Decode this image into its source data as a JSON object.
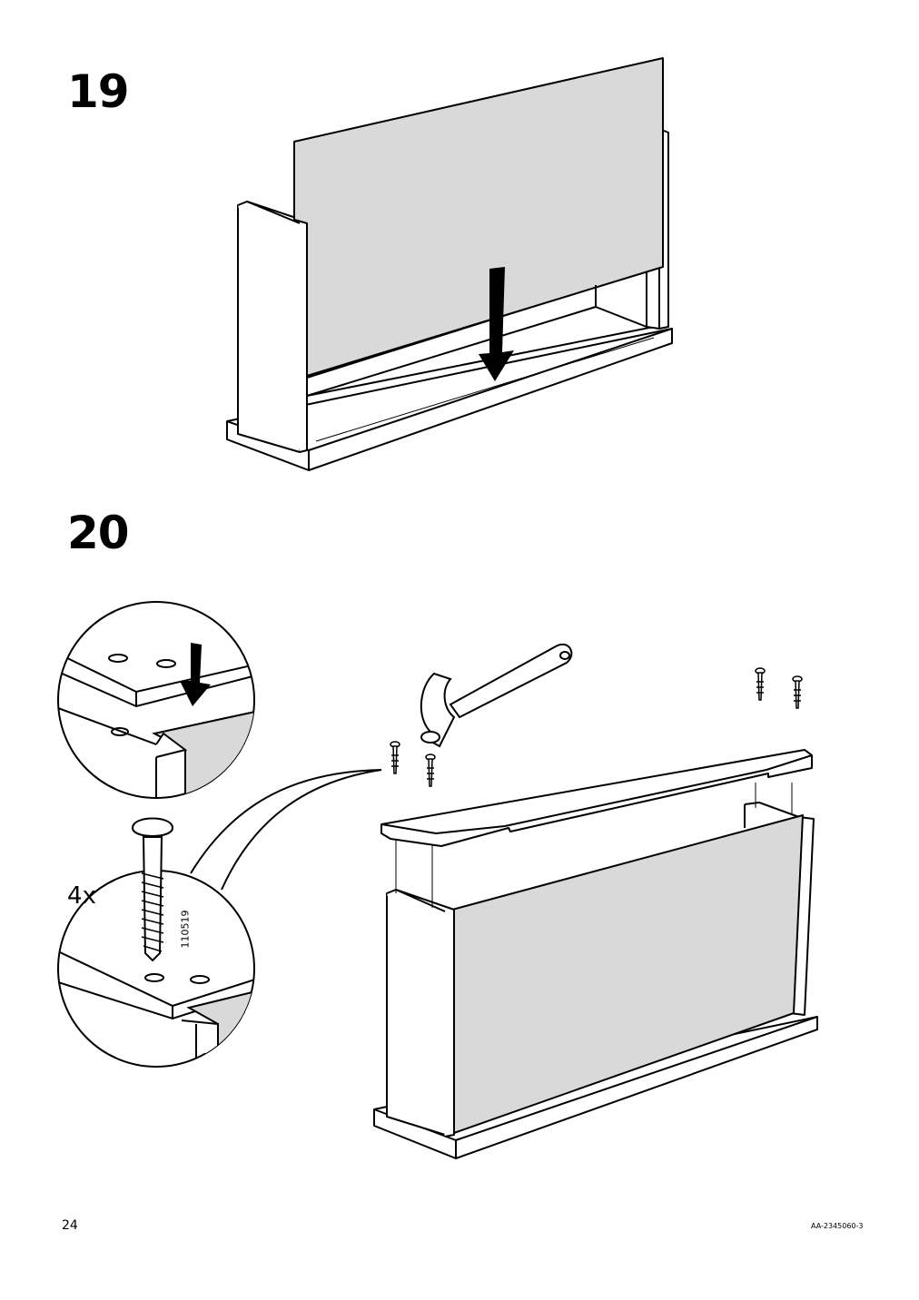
{
  "steps": [
    {
      "number": "19"
    },
    {
      "number": "20"
    }
  ],
  "fastener": {
    "quantity": "4x",
    "part_number": "110519"
  },
  "footer": {
    "page_number": "24",
    "doc_code": "AA-2345060-3"
  },
  "colors": {
    "panel_fill": "#d9d9d9",
    "line": "#000000",
    "background": "#ffffff"
  }
}
